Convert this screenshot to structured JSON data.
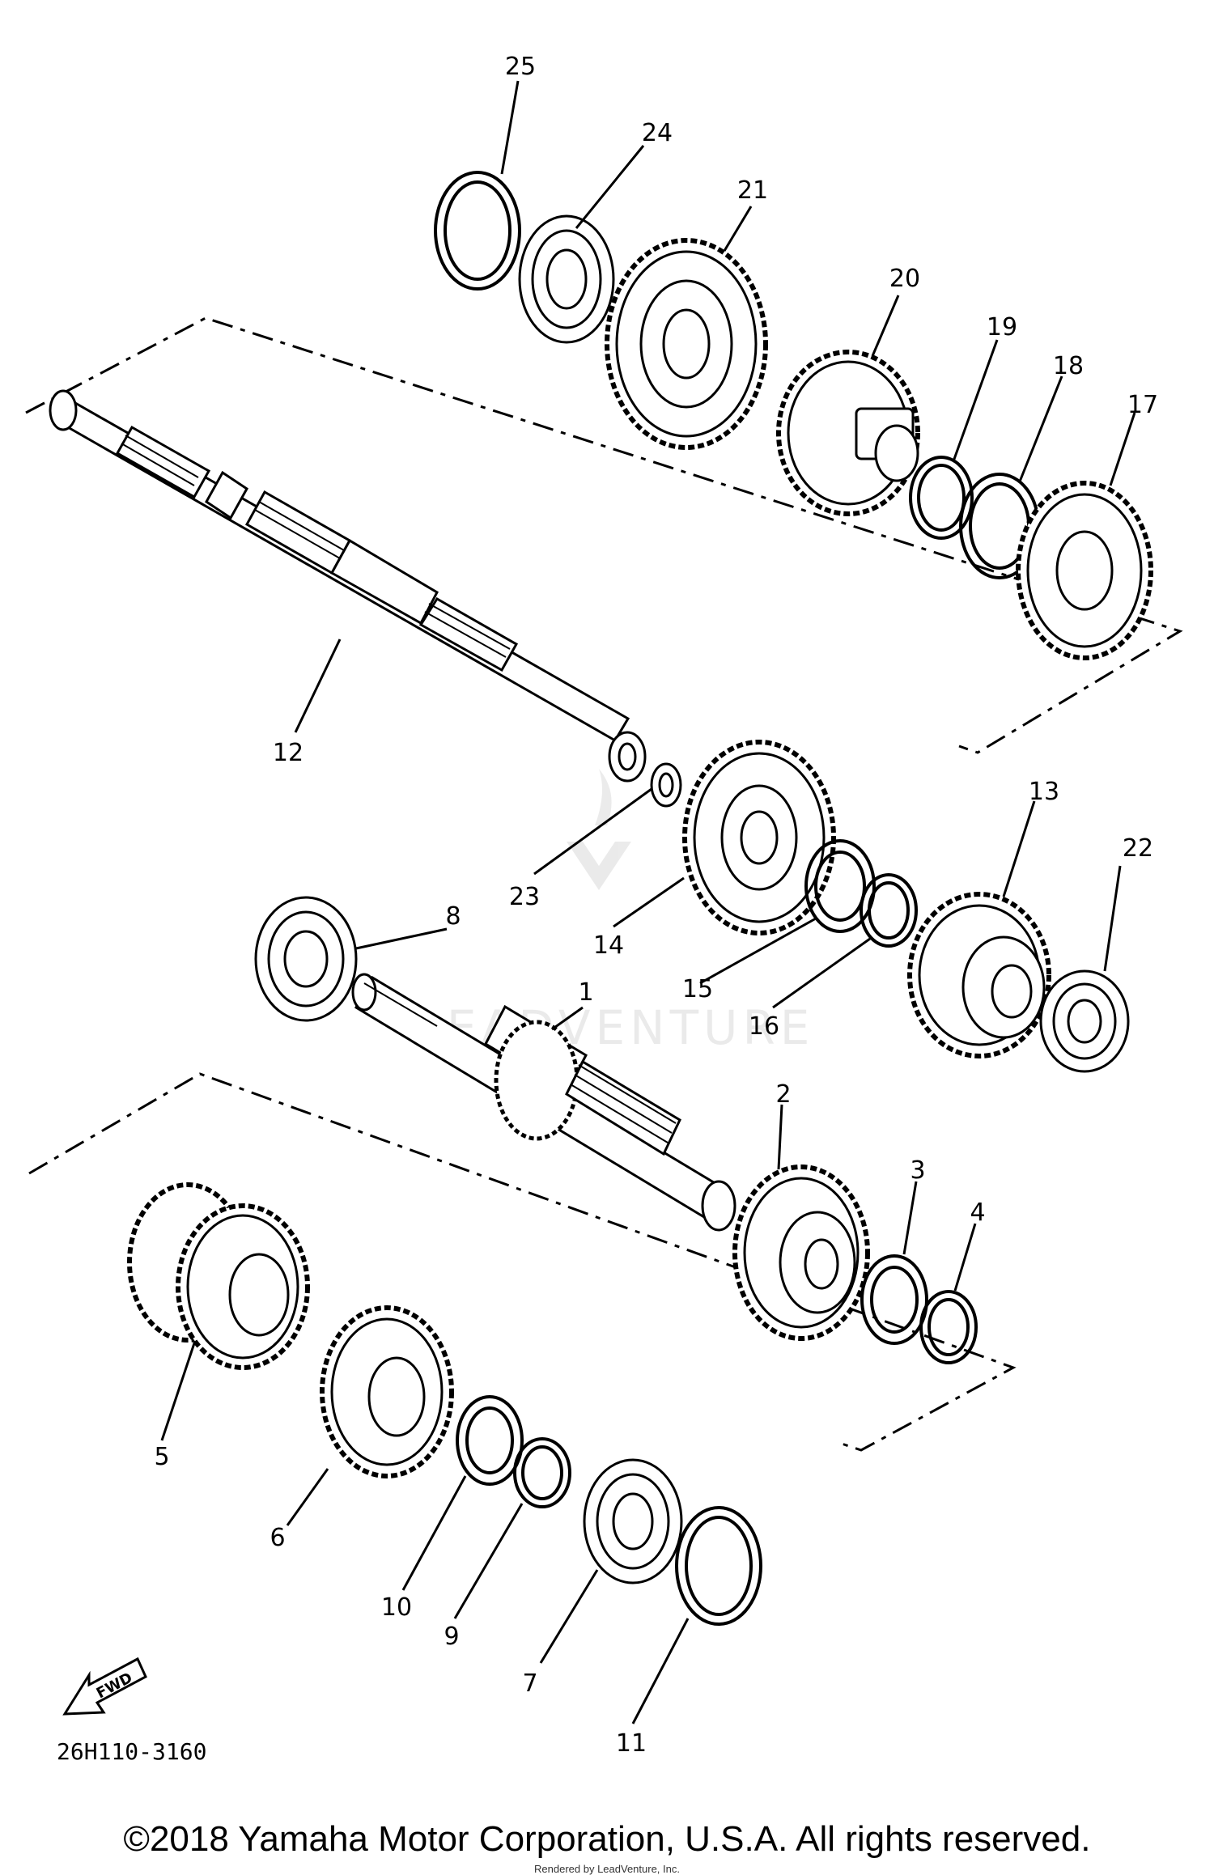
{
  "diagram": {
    "part_code": "26H110-3160",
    "direction_label": "FWD",
    "copyright": "©2018 Yamaha Motor Corporation, U.S.A. All rights reserved.",
    "rendered_by": "Rendered by LeadVenture, Inc.",
    "watermark": "LEADVENTURE",
    "callouts": [
      "1",
      "2",
      "3",
      "4",
      "5",
      "6",
      "7",
      "8",
      "9",
      "10",
      "11",
      "12",
      "13",
      "14",
      "15",
      "16",
      "17",
      "18",
      "19",
      "20",
      "21",
      "22",
      "23",
      "24",
      "25"
    ]
  },
  "colors": {
    "line": "#000000",
    "background": "#ffffff"
  }
}
